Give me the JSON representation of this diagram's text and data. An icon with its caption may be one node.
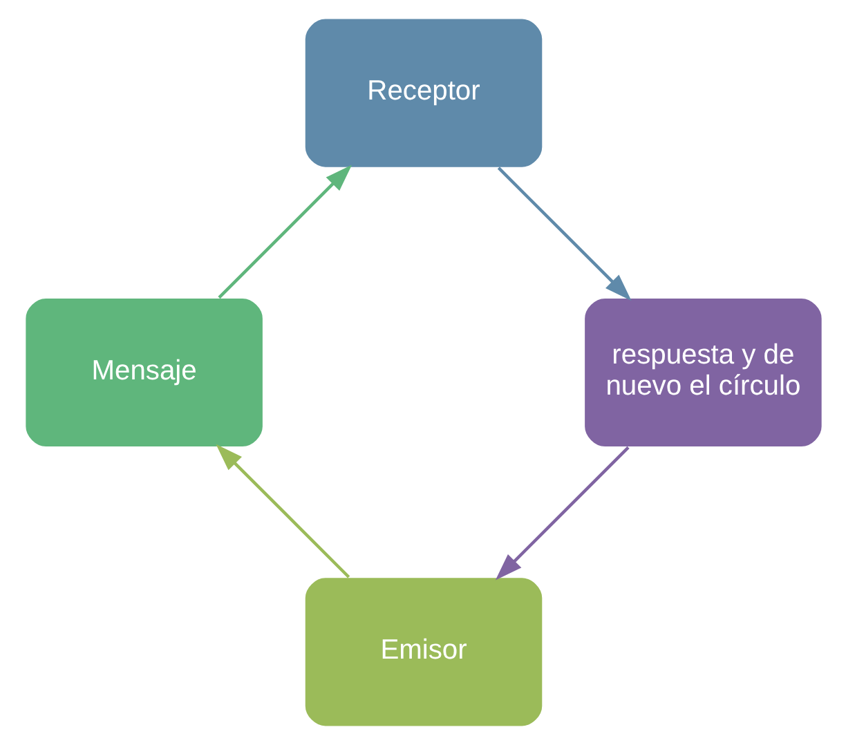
{
  "diagram": {
    "nodes": [
      {
        "text": [
          "Emisor"
        ]
      },
      {
        "text": [
          "Mensaje"
        ]
      },
      {
        "text": [
          "Receptor"
        ]
      },
      {
        "text": [
          "respuesta y de nuevo el círculo"
        ]
      }
    ],
    "edges": [
      {
        "from": 0,
        "to": 1,
        "arrow": "to",
        "color": "#9bbb59"
      },
      {
        "from": 1,
        "to": 2,
        "arrow": "to",
        "color": "#5fb67c"
      },
      {
        "from": 2,
        "to": 3,
        "arrow": "to",
        "color": "#5f8aaa"
      },
      {
        "from": 3,
        "to": 0,
        "arrow": "to",
        "color": "#8064a2"
      }
    ]
  }
}
